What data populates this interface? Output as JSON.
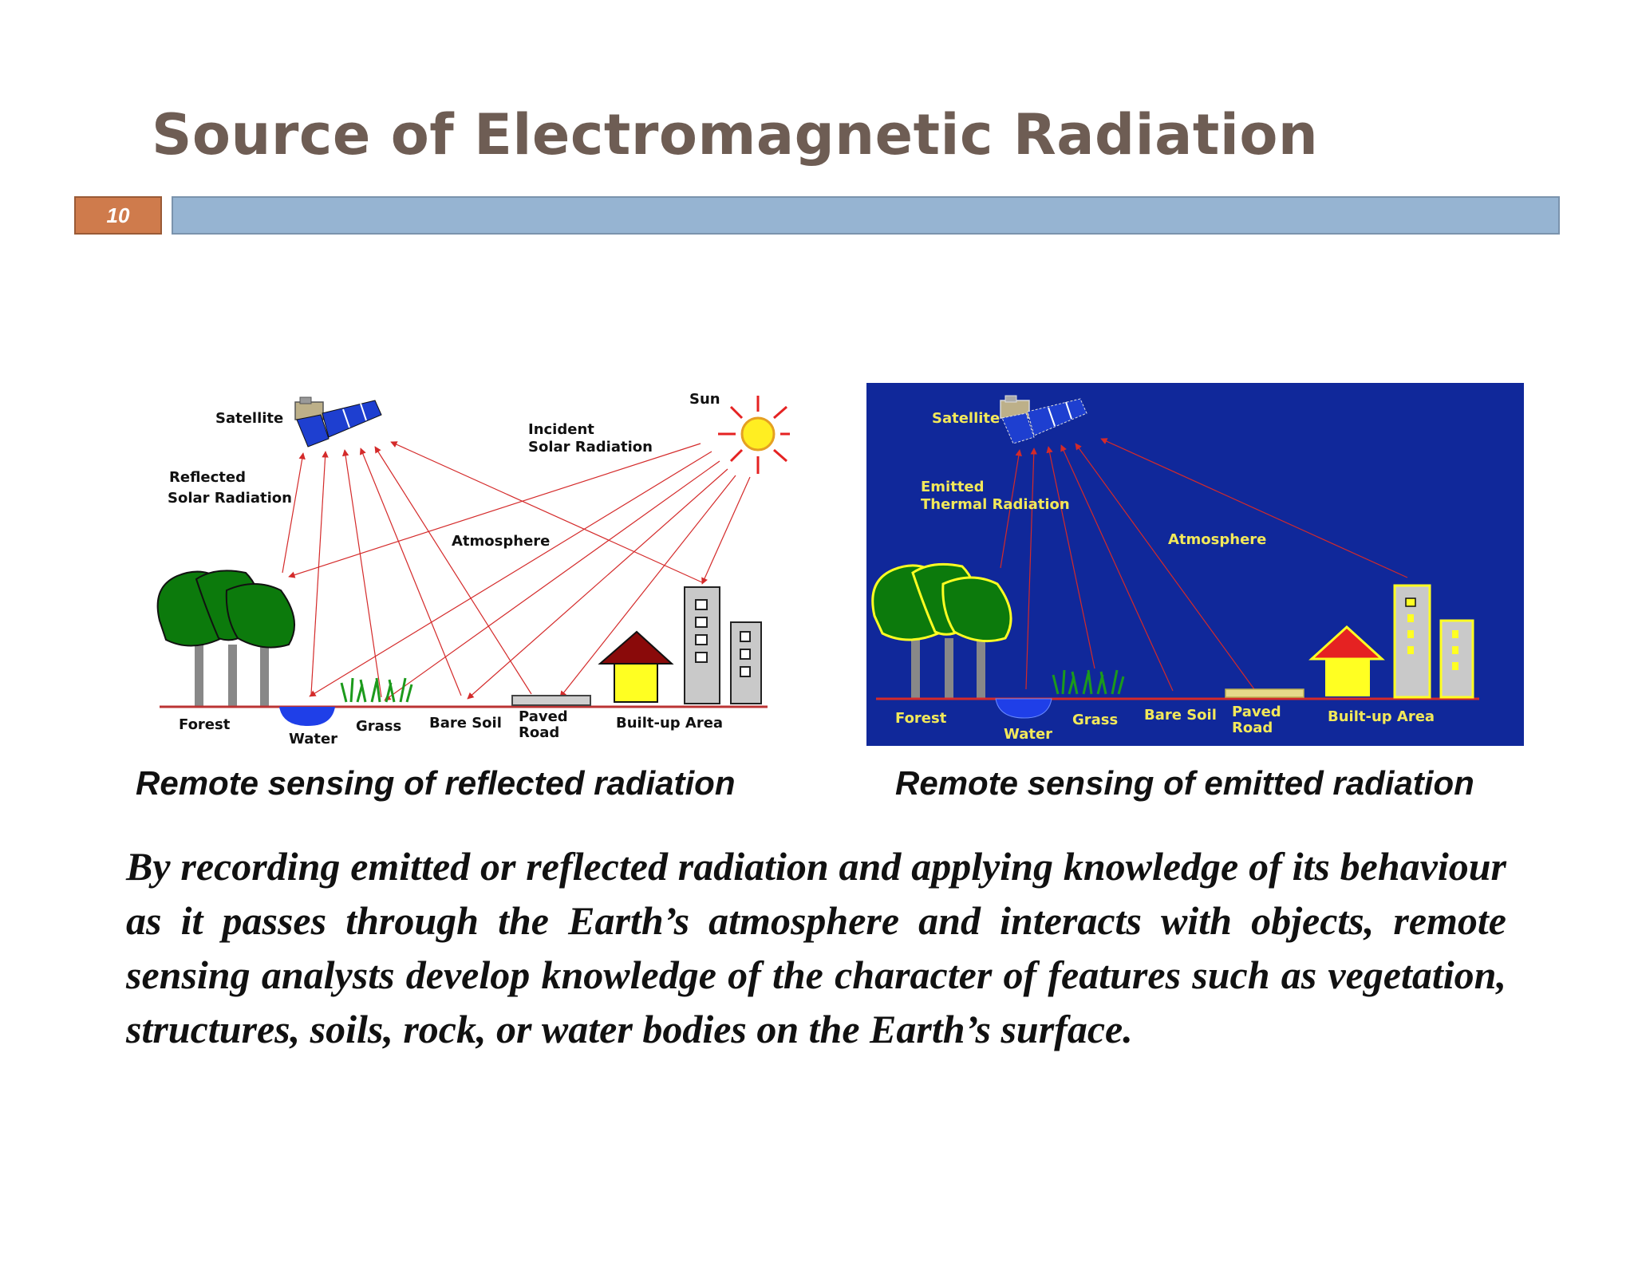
{
  "slide": {
    "title": "Source of Electromagnetic Radiation",
    "number": "10"
  },
  "diagram_reflected": {
    "labels": {
      "satellite": "Satellite",
      "sun": "Sun",
      "incident_1": "Incident",
      "incident_2": "Solar Radiation",
      "reflected_1": "Reflected",
      "reflected_2": "Solar Radiation",
      "atmosphere": "Atmosphere",
      "forest": "Forest",
      "water": "Water",
      "grass": "Grass",
      "bare_soil": "Bare Soil",
      "paved_1": "Paved",
      "paved_2": "Road",
      "builtup": "Built-up Area"
    },
    "caption": "Remote sensing of reflected radiation"
  },
  "diagram_emitted": {
    "labels": {
      "satellite": "Satellite",
      "emitted_1": "Emitted",
      "emitted_2": "Thermal Radiation",
      "atmosphere": "Atmosphere",
      "forest": "Forest",
      "water": "Water",
      "grass": "Grass",
      "bare_soil": "Bare Soil",
      "paved_1": "Paved",
      "paved_2": "Road",
      "builtup": "Built-up Area"
    },
    "caption": "Remote sensing of emitted radiation"
  },
  "colors": {
    "title": "#6e5d54",
    "header_bar": "#96b4d2",
    "slide_number_bg": "#cf7b4c",
    "emitted_background": "#10289a",
    "emitted_label": "#f2e85a",
    "ray": "#d42a2a"
  },
  "body_text": "By recording emitted or reflected radiation and applying knowledge of its behaviour as it passes through the Earth’s atmosphere and interacts with objects, remote sensing analysts develop knowledge of the character of features such as vegetation, structures, soils, rock, or water bodies on the Earth’s surface."
}
